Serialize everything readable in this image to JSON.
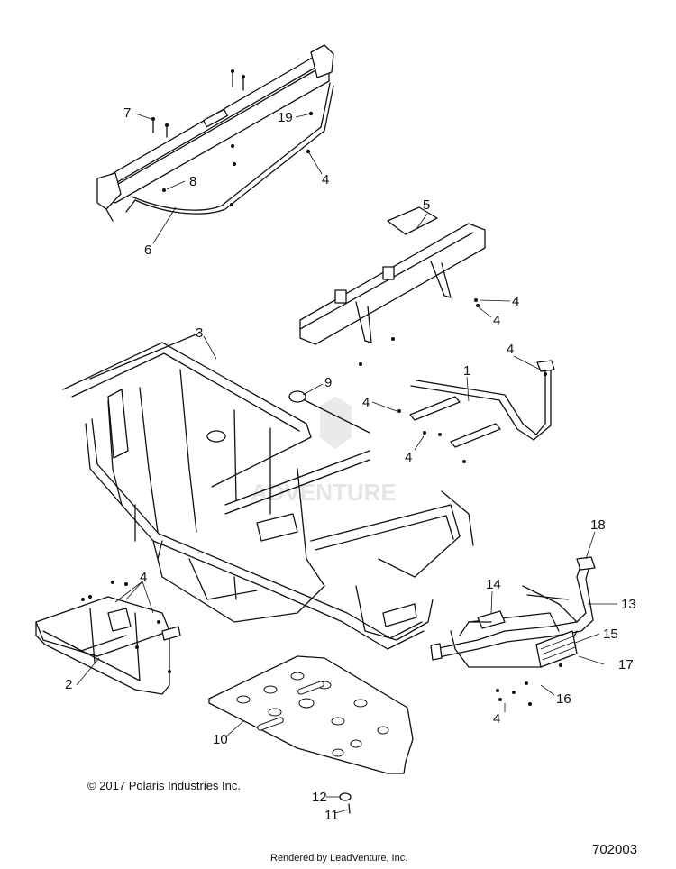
{
  "diagram": {
    "callouts": [
      {
        "id": "c7",
        "label": "7"
      },
      {
        "id": "c19",
        "label": "19"
      },
      {
        "id": "c8",
        "label": "8"
      },
      {
        "id": "c4a",
        "label": "4"
      },
      {
        "id": "c6",
        "label": "6"
      },
      {
        "id": "c5",
        "label": "5"
      },
      {
        "id": "c4b",
        "label": "4"
      },
      {
        "id": "c4c",
        "label": "4"
      },
      {
        "id": "c3",
        "label": "3"
      },
      {
        "id": "c4d",
        "label": "4"
      },
      {
        "id": "c9",
        "label": "9"
      },
      {
        "id": "c1",
        "label": "1"
      },
      {
        "id": "c4e",
        "label": "4"
      },
      {
        "id": "c4f",
        "label": "4"
      },
      {
        "id": "c18",
        "label": "18"
      },
      {
        "id": "c4g",
        "label": "4"
      },
      {
        "id": "c14",
        "label": "14"
      },
      {
        "id": "c13",
        "label": "13"
      },
      {
        "id": "c15",
        "label": "15"
      },
      {
        "id": "c2",
        "label": "2"
      },
      {
        "id": "c17",
        "label": "17"
      },
      {
        "id": "c16",
        "label": "16"
      },
      {
        "id": "c4h",
        "label": "4"
      },
      {
        "id": "c10",
        "label": "10"
      },
      {
        "id": "c12",
        "label": "12"
      },
      {
        "id": "c11",
        "label": "11"
      }
    ],
    "copyright": "© 2017  Polaris Industries Inc.",
    "rendered_by": "Rendered by LeadVenture, Inc.",
    "part_number": "702003",
    "watermark_text": "ADVENTURE"
  }
}
